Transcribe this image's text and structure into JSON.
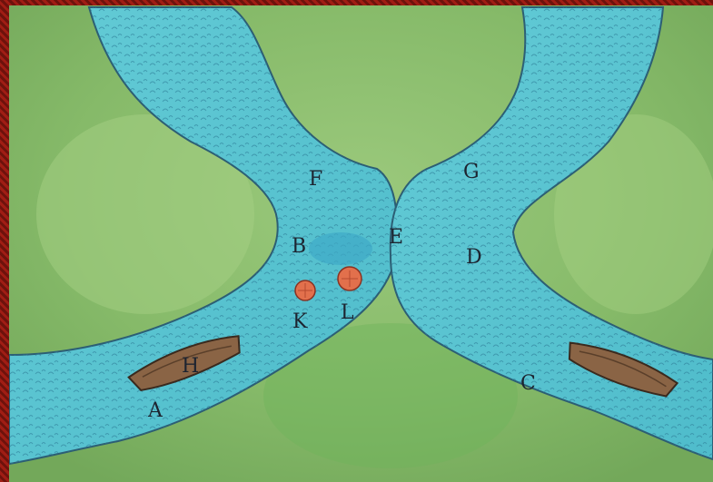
{
  "image": {
    "description": "Hand-drawn map of two curved river channels meeting at a narrow gap, with two boats and two small red markers.",
    "colors": {
      "land": "#86ba69",
      "land_light": "#a8cf87",
      "water": "#5dc8d3",
      "water_stroke": "#2c6d8a",
      "boat": "#8a6445",
      "marker": "#e2704c",
      "frame": "#8c1a12",
      "label": "#1d2430"
    }
  },
  "labels": {
    "A": "A",
    "B": "B",
    "C": "C",
    "D": "D",
    "E": "E",
    "F": "F",
    "G": "G",
    "H": "H",
    "K": "K",
    "L": "L"
  }
}
